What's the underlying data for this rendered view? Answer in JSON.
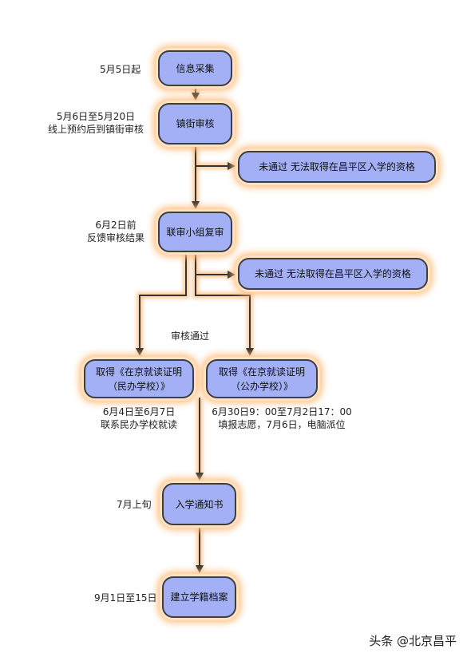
{
  "nodes": {
    "collect": "信息采集",
    "street_review": "镇街审核",
    "fail_1": "未通过  无法取得在昌平区入学的资格",
    "joint_review": "联审小组复审",
    "fail_2": "未通过  无法取得在昌平区入学的资格",
    "private_school": [
      "取得《在京就读证明",
      "（民办学校）》"
    ],
    "public_school": [
      "取得《在京就读证明",
      "（公办学校）》"
    ],
    "admission_notice": "入学通知书",
    "enrollment_record": "建立学籍档案"
  },
  "labels": {
    "may5": "5月5日起",
    "may6_20": [
      "5月6日至5月20日",
      "线上预约后到镇街审核"
    ],
    "jun2": [
      "6月2日前",
      "反馈审核结果"
    ],
    "passed": "审核通过",
    "jun4_7": [
      "6月4日至6月7日",
      "联系民办学校就读"
    ],
    "jun30_jul2": [
      "6月30日9：00至7月2日17：00",
      "填报志愿，7月6日，电脑派位"
    ],
    "july": "7月上旬",
    "sep": "9月1日至15日"
  },
  "watermark": "头条 @北京昌平",
  "colors": {
    "node_fill": "#a3b0f5",
    "node_border": "#3e3e3e",
    "glow": "#ffbf80",
    "arrow": "#333333"
  }
}
